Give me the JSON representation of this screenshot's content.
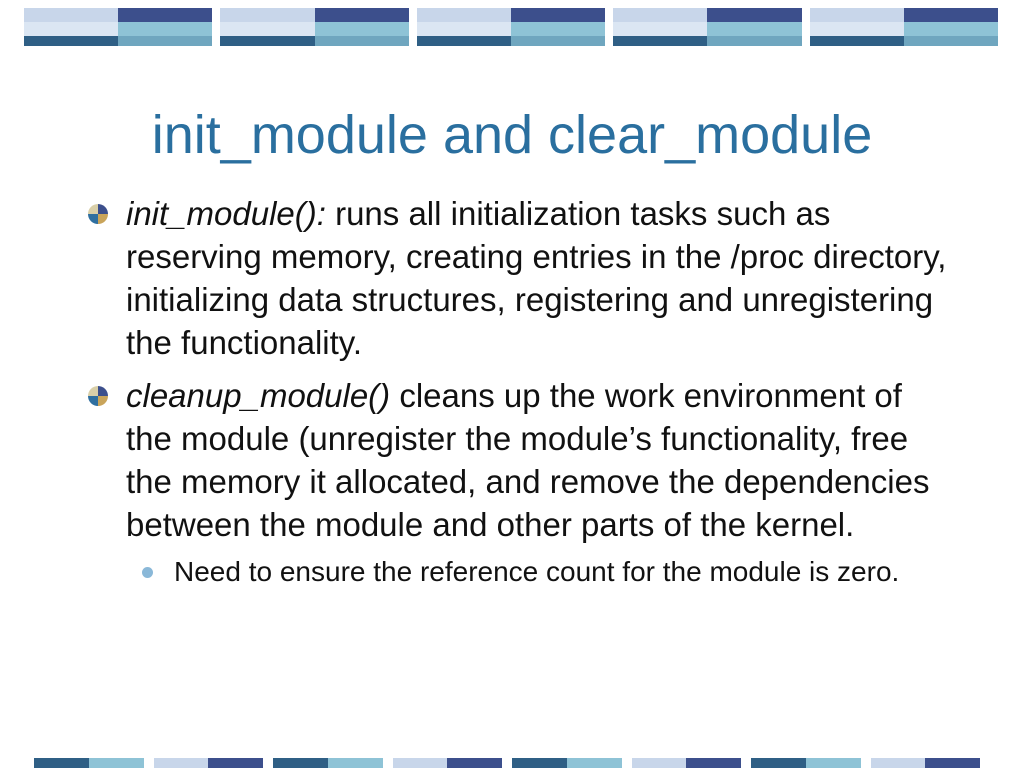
{
  "slide": {
    "title": "init_module and clear_module",
    "bullets": [
      {
        "lead": "init_module():",
        "text": " runs all initialization tasks such as reserving memory, creating entries in the /proc directory, initializing data structures, registering and unregistering the functionality."
      },
      {
        "lead": "cleanup_module()",
        "text": " cleans up the work environment of the module (unregister the module’s functionality, free the memory it allocated, and remove the dependencies between the module and other parts of the kernel."
      }
    ],
    "sub_bullets": [
      {
        "text": "Need to ensure the reference count for the module is zero."
      }
    ]
  },
  "colors": {
    "title": "#2a6f9f",
    "band_dark": "#3c4f8c",
    "band_teal": "#8ec3d6",
    "band_light": "#c8d6ea",
    "sub_bullet_dot": "#8ab8d8"
  }
}
